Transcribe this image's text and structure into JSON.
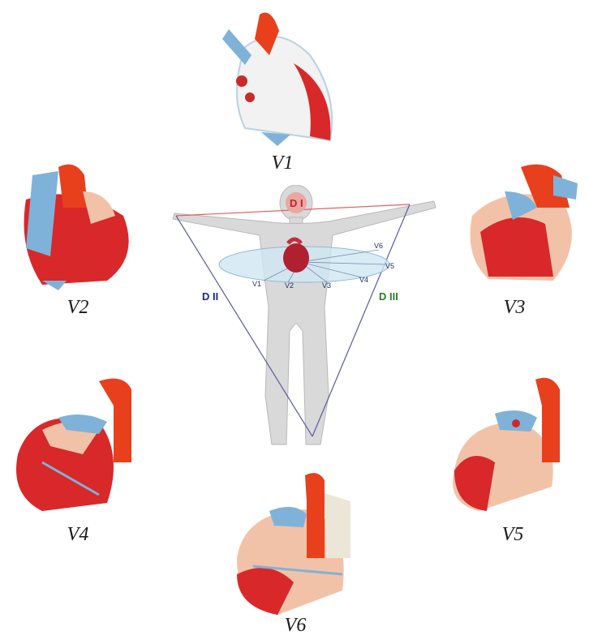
{
  "views": [
    {
      "id": "v1",
      "label": "V1"
    },
    {
      "id": "v2",
      "label": "V2"
    },
    {
      "id": "v3",
      "label": "V3"
    },
    {
      "id": "v4",
      "label": "V4"
    },
    {
      "id": "v5",
      "label": "V5"
    },
    {
      "id": "v6",
      "label": "V6"
    }
  ],
  "body_diagram": {
    "lead_i": "D I",
    "lead_ii": "D II",
    "lead_iii": "D III",
    "precordial": [
      "V1",
      "V2",
      "V3",
      "V4",
      "V5",
      "V6"
    ]
  },
  "colors": {
    "lead_i": "#cc2222",
    "lead_ii": "#1c2a8a",
    "lead_iii": "#2e7d2e",
    "muscle": "#d8282a",
    "aorta": "#e8401c",
    "vein": "#7fb2d8",
    "tissue": "#f2c2a8"
  }
}
